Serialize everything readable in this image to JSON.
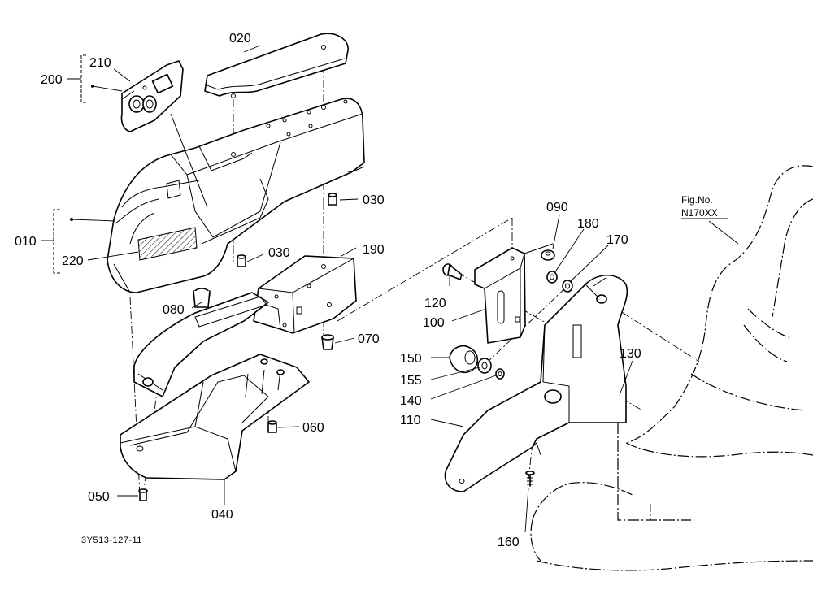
{
  "figure": {
    "fig_label": "Fig.No.",
    "fig_number": "N170XX",
    "drawing_code": "3Y513-127-11"
  },
  "callouts": {
    "p010": "010",
    "p020": "020",
    "p030a": "030",
    "p030b": "030",
    "p040": "040",
    "p050": "050",
    "p060": "060",
    "p070": "070",
    "p080": "080",
    "p090": "090",
    "p100": "100",
    "p110": "110",
    "p120": "120",
    "p130": "130",
    "p140": "140",
    "p150": "150",
    "p155": "155",
    "p160": "160",
    "p170": "170",
    "p180": "180",
    "p190": "190",
    "p200": "200",
    "p210": "210",
    "p220": "220"
  }
}
